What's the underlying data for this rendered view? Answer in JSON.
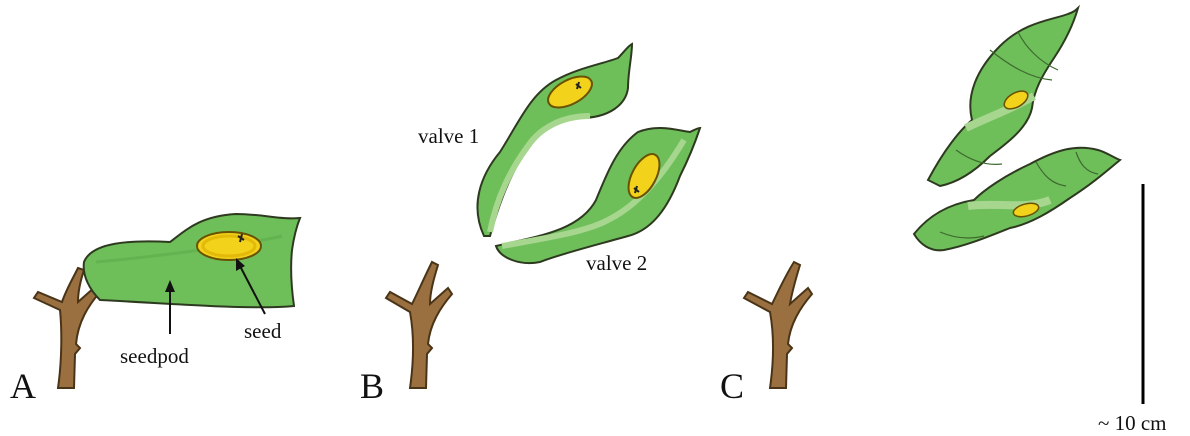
{
  "labels": {
    "panel_a": "A",
    "panel_b": "B",
    "panel_c": "C",
    "seedpod": "seedpod",
    "seed": "seed",
    "valve1": "valve 1",
    "valve2": "valve 2",
    "scale": "~ 10 cm"
  },
  "colors": {
    "pod_fill": "#6ebf5a",
    "pod_inner": "#a7d68f",
    "seed_fill": "#f2d21a",
    "seed_ring": "#d8a800",
    "stem_fill": "#9a7040",
    "outline": "#2e3a20"
  }
}
